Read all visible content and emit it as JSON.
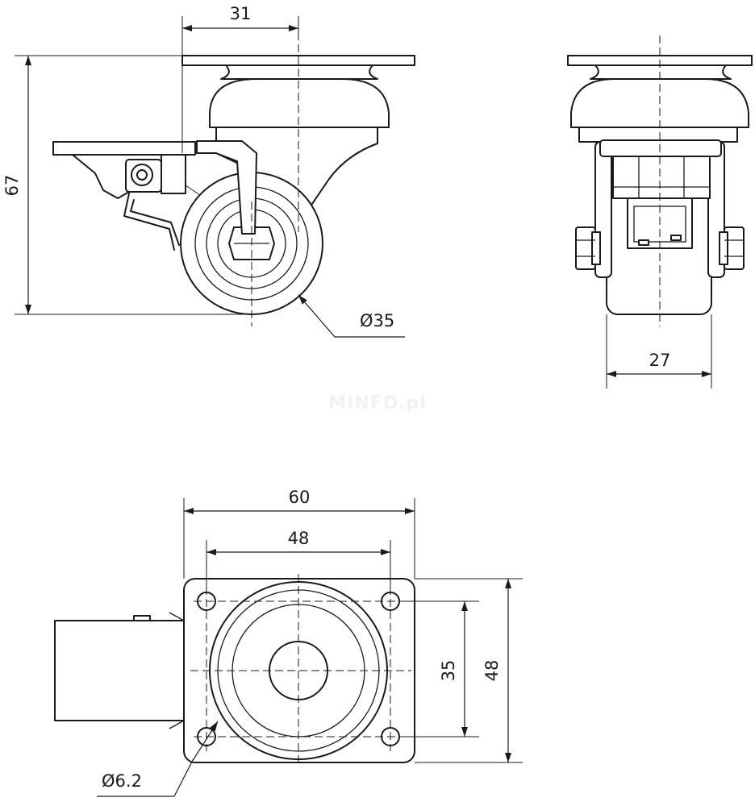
{
  "dimensions": {
    "mount_offset": "31",
    "total_height": "67",
    "wheel_diameter": "Ø35",
    "wheel_width": "27",
    "plate_width": "60",
    "hole_spacing_x": "48",
    "hole_spacing_y": "35",
    "plate_depth": "48",
    "hole_diameter": "Ø6.2"
  },
  "watermark": "MINFO.pl",
  "colors": {
    "line": "#1a1a1a",
    "background": "#ffffff"
  }
}
